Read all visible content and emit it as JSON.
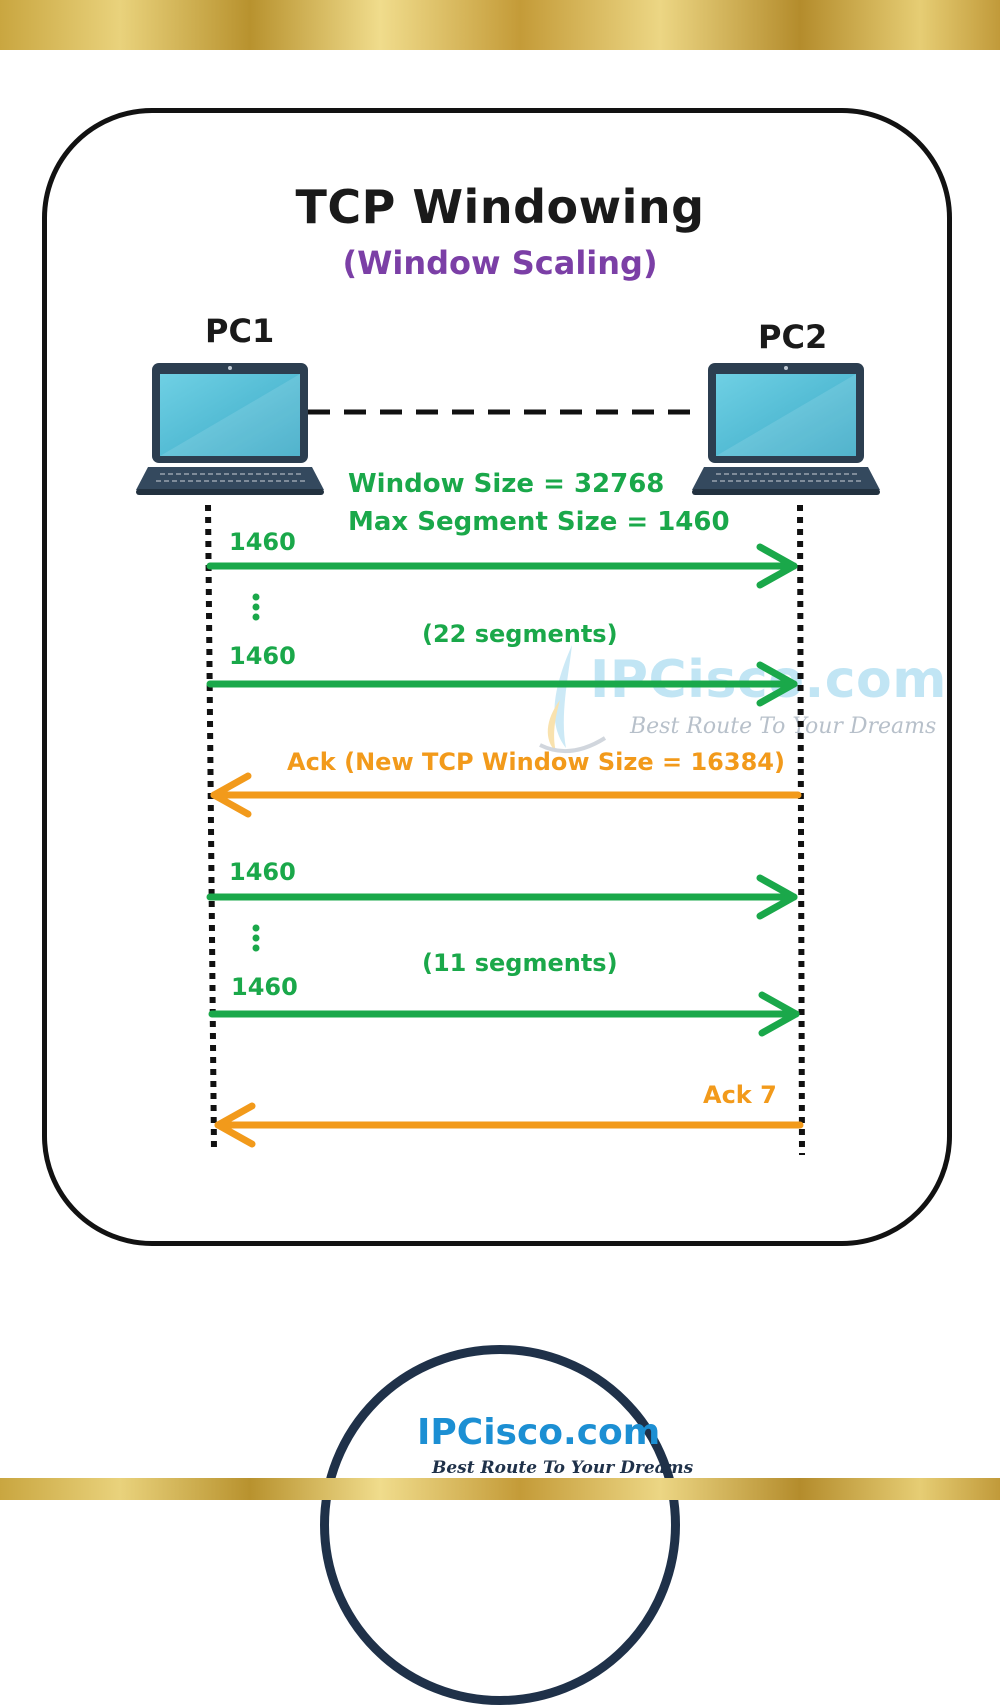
{
  "diagram": {
    "title": "TCP Windowing",
    "subtitle": "(Window Scaling)",
    "pc1": "PC1",
    "pc2": "PC2",
    "window_size": "Window Size = 32768",
    "max_segment": "Max Segment Size = 1460",
    "seg_label_1": "1460",
    "seg_label_2": "1460",
    "seg_label_3": "1460",
    "seg_label_4": "1460",
    "group_1": "(22 segments)",
    "group_2": "(11 segments)",
    "ack_1": "Ack  (New TCP Window Size = 16384)",
    "ack_2": "Ack 7"
  },
  "watermark": {
    "brand": "IPCisco.com",
    "tagline": "Best Route To Your Dreams"
  },
  "logo": {
    "brand": "IPCisco.com",
    "tagline": "Best Route To Your Dreams"
  },
  "colors": {
    "data_arrow": "#1aa84a",
    "ack_arrow": "#f29a1b",
    "subtitle": "#7b3fa6",
    "laptop_screen": "#4fc0d8"
  }
}
